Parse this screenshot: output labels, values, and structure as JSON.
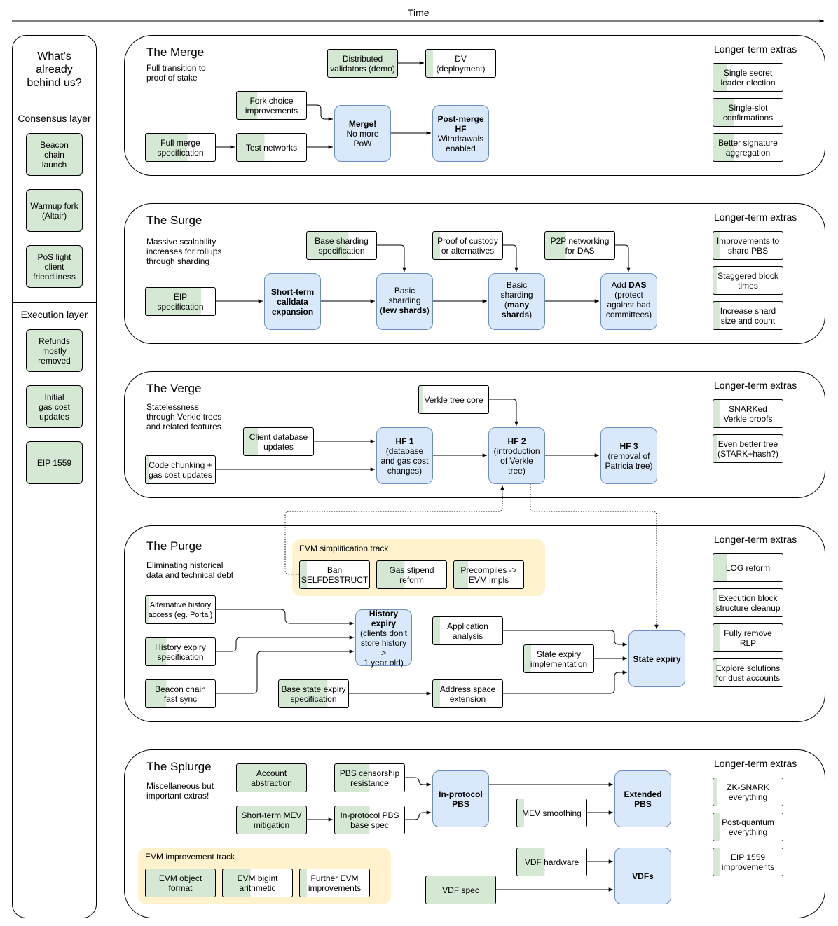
{
  "time_label": "Time",
  "sidebar": {
    "title": "What's\nalready\nbehind us?",
    "consensus_title": "Consensus layer",
    "consensus_items": [
      "Beacon\nchain\nlaunch",
      "Warmup fork\n(Altair)",
      "PoS light\nclient\nfriendliness"
    ],
    "execution_title": "Execution layer",
    "execution_items": [
      "Refunds\nmostly\nremoved",
      "Initial\ngas cost\nupdates",
      "EIP 1559"
    ]
  },
  "extras_title": "Longer-term extras",
  "sections": {
    "merge": {
      "title": "The Merge",
      "subtitle": "Full transition to\nproof of stake",
      "nodes": {
        "dist_validators": "Distributed\nvalidators (demo)",
        "dv_deploy": "DV\n(deployment)",
        "fork_choice": "Fork choice\nimprovements",
        "full_merge_spec": "Full merge\nspecification",
        "test_networks": "Test networks",
        "merge_title": "Merge!",
        "merge_body": "No more\nPoW",
        "postmerge_title": "Post-merge\nHF",
        "postmerge_body": "Withdrawals\nenabled"
      },
      "extras": [
        "Single secret\nleader election",
        "Single-slot\nconfirmations",
        "Better signature\naggregation"
      ]
    },
    "surge": {
      "title": "The Surge",
      "subtitle": "Massive scalability\nincreases for rollups\nthrough sharding",
      "nodes": {
        "base_sharding_spec": "Base sharding\nspecification",
        "proof_custody": "Proof of custody\nor alternatives",
        "p2p_das": "P2P networking\nfor DAS",
        "eip_spec": "EIP\nspecification",
        "calldata": "Short-term\ncalldata\nexpansion",
        "basic_few_a": "Basic\nsharding\n(",
        "basic_few_b": "few shards",
        "basic_few_c": ")",
        "basic_many_a": "Basic\nsharding\n(",
        "basic_many_b": "many\nshards",
        "basic_many_c": ")",
        "das_a": "Add ",
        "das_b": "DAS",
        "das_c": "\n(protect\nagainst bad\ncommittees)"
      },
      "extras": [
        "Improvements to\nshard PBS",
        "Staggered block\ntimes",
        "Increase shard\nsize and count"
      ]
    },
    "verge": {
      "title": "The Verge",
      "subtitle": "Statelessness\nthrough Verkle trees\nand related features",
      "nodes": {
        "verkle_core": "Verkle tree core",
        "client_db": "Client database\nupdates",
        "code_chunking": "Code chunking +\ngas cost updates",
        "hf1_title": "HF 1",
        "hf1_body": "(database\nand gas cost\nchanges)",
        "hf2_title": "HF 2",
        "hf2_body": "(introduction\nof Verkle\ntree)",
        "hf3_title": "HF 3",
        "hf3_body": "(removal of\nPatricia tree)"
      },
      "extras": [
        "SNARKed\nVerkle proofs",
        "Even better tree\n(STARK+hash?)"
      ]
    },
    "purge": {
      "title": "The Purge",
      "subtitle": "Eliminating historical\ndata and technical debt",
      "track_title": "EVM simplification track",
      "nodes": {
        "ban_selfdestruct": "Ban\nSELFDESTRUCT",
        "gas_stipend": "Gas stipend\nreform",
        "precompiles": "Precompiles ->\nEVM impls",
        "alt_history": "Alternative history\naccess (eg. Portal)",
        "history_expiry_spec": "History expiry\nspecification",
        "beacon_fast_sync": "Beacon chain\nfast sync",
        "history_expiry_title": "History\nexpiry",
        "history_expiry_body": "(clients don't\nstore history >\n1 year old)",
        "app_analysis": "Application\nanalysis",
        "state_expiry_impl": "State expiry\nimplementation",
        "base_state_expiry": "Base state expiry\nspecification",
        "address_space": "Address space\nextension",
        "state_expiry": "State expiry"
      },
      "extras": [
        "LOG reform",
        "Execution block\nstructure cleanup",
        "Fully remove\nRLP",
        "Explore solutions\nfor dust accounts"
      ]
    },
    "splurge": {
      "title": "The Splurge",
      "subtitle": "Miscellaneous but\nimportant extras!",
      "track_title": "EVM improvement track",
      "nodes": {
        "account_abstraction": "Account\nabstraction",
        "pbs_censorship": "PBS censorship\nresistance",
        "short_mev": "Short-term MEV\nmitigation",
        "pbs_base_spec": "In-protocol PBS\nbase spec",
        "in_protocol_pbs": "In-protocol\nPBS",
        "extended_pbs": "Extended\nPBS",
        "mev_smoothing": "MEV smoothing",
        "vdf_hardware": "VDF hardware",
        "vdf_spec": "VDF spec",
        "vdfs": "VDFs",
        "evm_object": "EVM object\nformat",
        "evm_bigint": "EVM bigint\narithmetic",
        "further_evm": "Further EVM\nimprovements"
      },
      "extras": [
        "ZK-SNARK\neverything",
        "Post-quantum\neverything",
        "EIP 1559\nimprovements"
      ]
    }
  },
  "progress": {
    "full_merge_spec": 0.6,
    "test_networks": 0.4,
    "fork_choice": 0.3,
    "dist_validators": 1.0,
    "dv_deploy": 0.1,
    "base_sharding_spec": 0.6,
    "proof_custody": 0.1,
    "p2p_das": 0.3,
    "eip_spec": 0.8,
    "verkle_core": 0.05,
    "client_db": 0.2,
    "code_chunking": 0.05,
    "ban_selfdestruct": 0.1,
    "gas_stipend": 0.4,
    "precompiles": 0.2,
    "alt_history": 0.05,
    "history_expiry_spec": 0.3,
    "beacon_fast_sync": 0.3,
    "app_analysis": 0.1,
    "state_expiry_impl": 0.1,
    "base_state_expiry": 0.7,
    "address_space": 0.1,
    "account_abstraction": 1.0,
    "pbs_censorship": 0.5,
    "short_mev": 1.0,
    "pbs_base_spec": 0.5,
    "mev_smoothing": 0.1,
    "vdf_hardware": 0.4,
    "vdf_spec": 1.0,
    "evm_object": 1.0,
    "evm_bigint": 0.4,
    "further_evm": 0.1,
    "ex_single_secret": 0.2,
    "ex_single_slot": 0.3,
    "ex_better_sig": 0.3,
    "ex_shard_pbs": 0.1,
    "ex_staggered": 0.05,
    "ex_increase_shard": 0.1,
    "ex_snarked_verkle": 0.1,
    "ex_even_better": 0.05,
    "ex_log_reform": 0.2,
    "ex_exec_block": 0.05,
    "ex_remove_rlp": 0.1,
    "ex_dust": 0.05,
    "ex_zk_snark": 0.05,
    "ex_post_quantum": 0.1,
    "ex_eip1559": 0.1
  },
  "colors": {
    "done_green": "#d5e8d4",
    "milestone_blue": "#dae8fc",
    "milestone_border": "#6c8ebf",
    "track_yellow": "#fff2cc"
  }
}
